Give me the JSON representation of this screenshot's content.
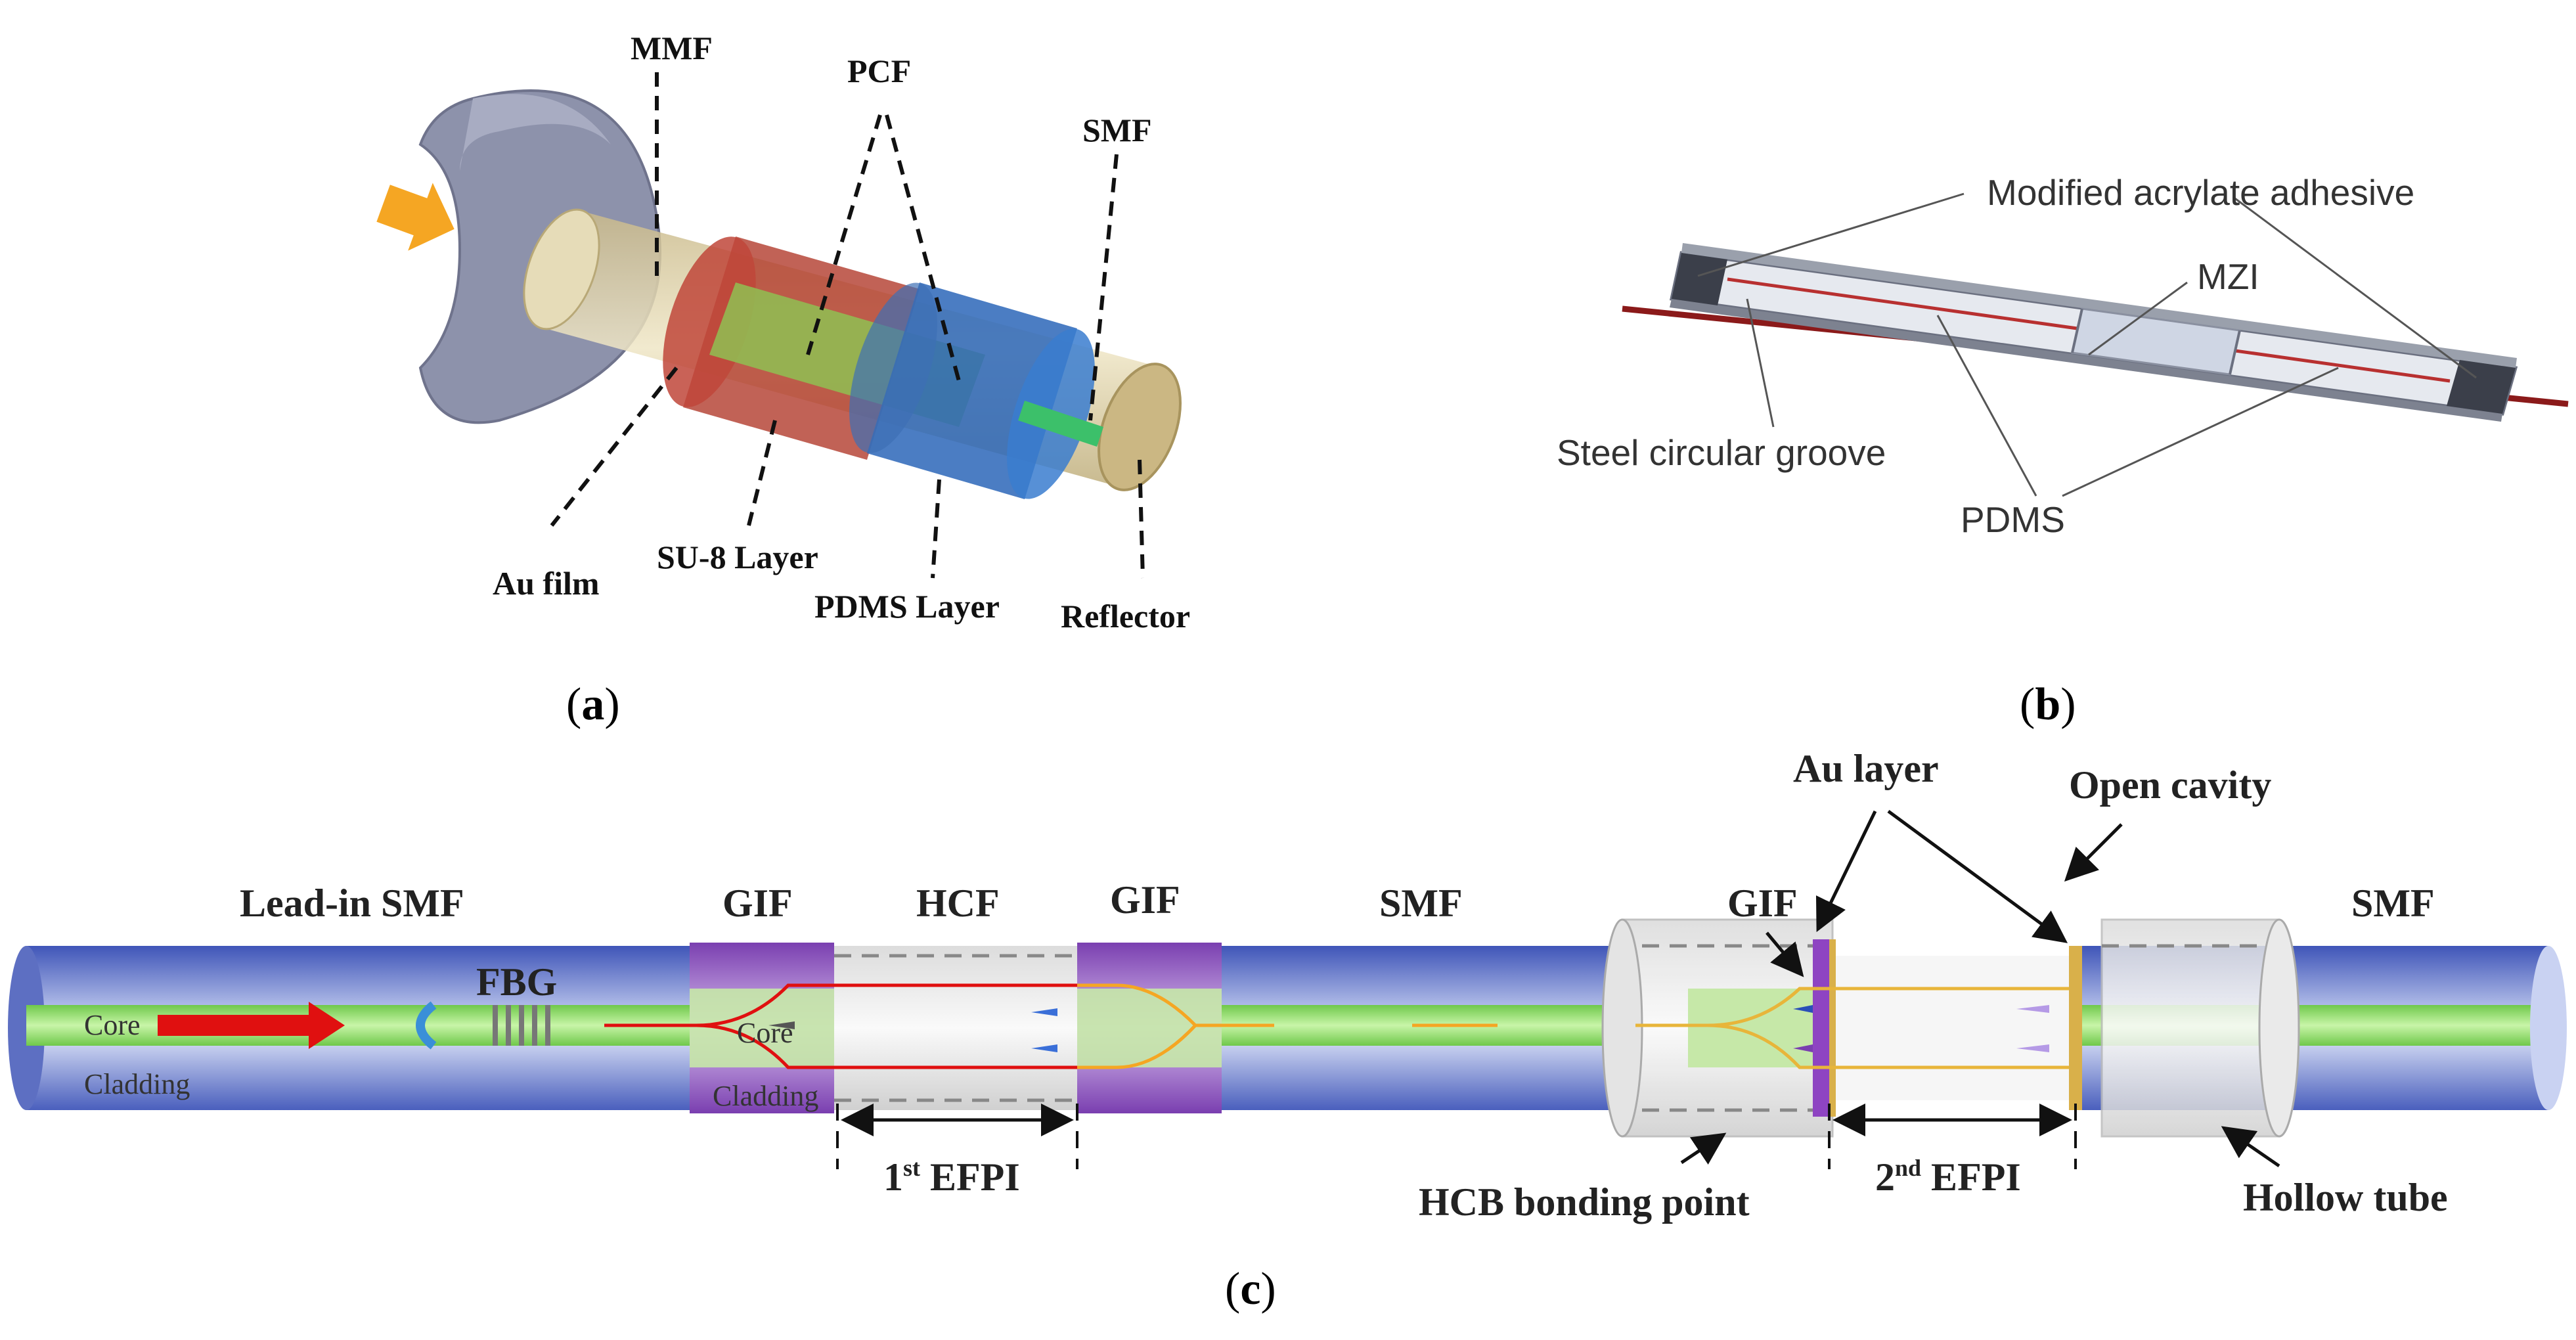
{
  "panel_a": {
    "caption": "(a)",
    "caption_letter": "a",
    "labels": {
      "mmf": "MMF",
      "pcf": "PCF",
      "smf": "SMF",
      "au_film": "Au film",
      "su8": "SU-8 Layer",
      "pdms": "PDMS Layer",
      "reflector": "Reflector"
    }
  },
  "panel_b": {
    "caption": "(b)",
    "caption_letter": "b",
    "labels": {
      "adhesive": "Modified acrylate adhesive",
      "mzi": "MZI",
      "groove": "Steel circular groove",
      "pdms": "PDMS"
    }
  },
  "panel_c": {
    "caption": "(c)",
    "caption_letter": "c",
    "labels": {
      "lead_in": "Lead-in SMF",
      "fbg": "FBG",
      "core": "Core",
      "cladding": "Cladding",
      "gif1": "GIF",
      "hcf": "HCF",
      "gif2": "GIF",
      "smf_mid": "SMF",
      "gif3": "GIF",
      "au_layer": "Au layer",
      "open_cavity": "Open cavity",
      "smf_end": "SMF",
      "inner_core": "Core",
      "inner_cladding": "Cladding",
      "efpi1_num": "1",
      "efpi1_sup": "st",
      "efpi1_text": " EFPI",
      "efpi2_num": "2",
      "efpi2_sup": "nd",
      "efpi2_text": " EFPI",
      "hcb": "HCB bonding point",
      "hollow_tube": "Hollow tube"
    }
  },
  "colors": {
    "fiber_blue": "#5a72c8",
    "core_green": "#9fe07a",
    "gif_purple": "#9b5fc8",
    "red_arrow": "#e01010",
    "orange_arrow": "#f5a623",
    "pcf_red": "#b53a2a",
    "pdms_blue": "#2a6fc0",
    "holder_gray": "#8a8fa8",
    "au_gold": "#d9b04a"
  }
}
